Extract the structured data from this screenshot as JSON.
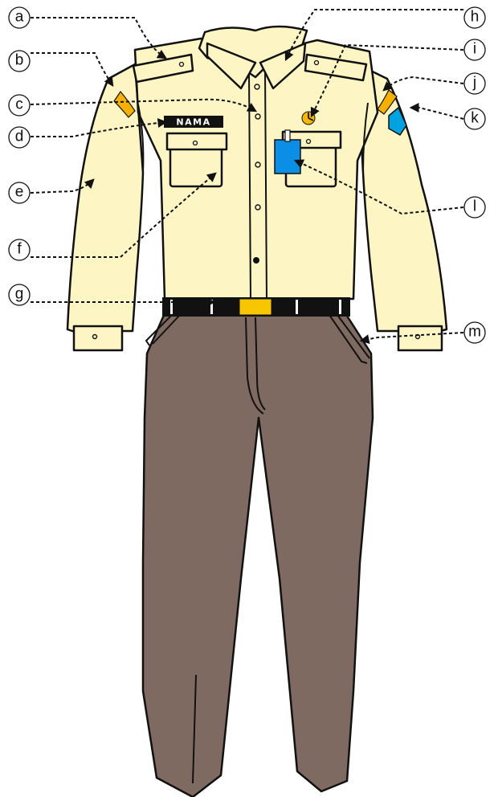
{
  "diagram": {
    "labels": {
      "a": "a",
      "b": "b",
      "c": "c",
      "d": "d",
      "e": "e",
      "f": "f",
      "g": "g",
      "h": "h",
      "i": "i",
      "j": "j",
      "k": "k",
      "l": "l",
      "m": "m"
    },
    "name_tag": "NAMA",
    "colors": {
      "shirt": "#fdf6c4",
      "trousers": "#7f6a62",
      "belt": "#111111",
      "buckle": "#f7c600",
      "shoulder_tab": "#f5b000",
      "sleeve_badge": "#00a2e0",
      "pocket_badge": "#0a8ee6",
      "collar_pin": "#f5b800",
      "outline": "#111111"
    }
  }
}
